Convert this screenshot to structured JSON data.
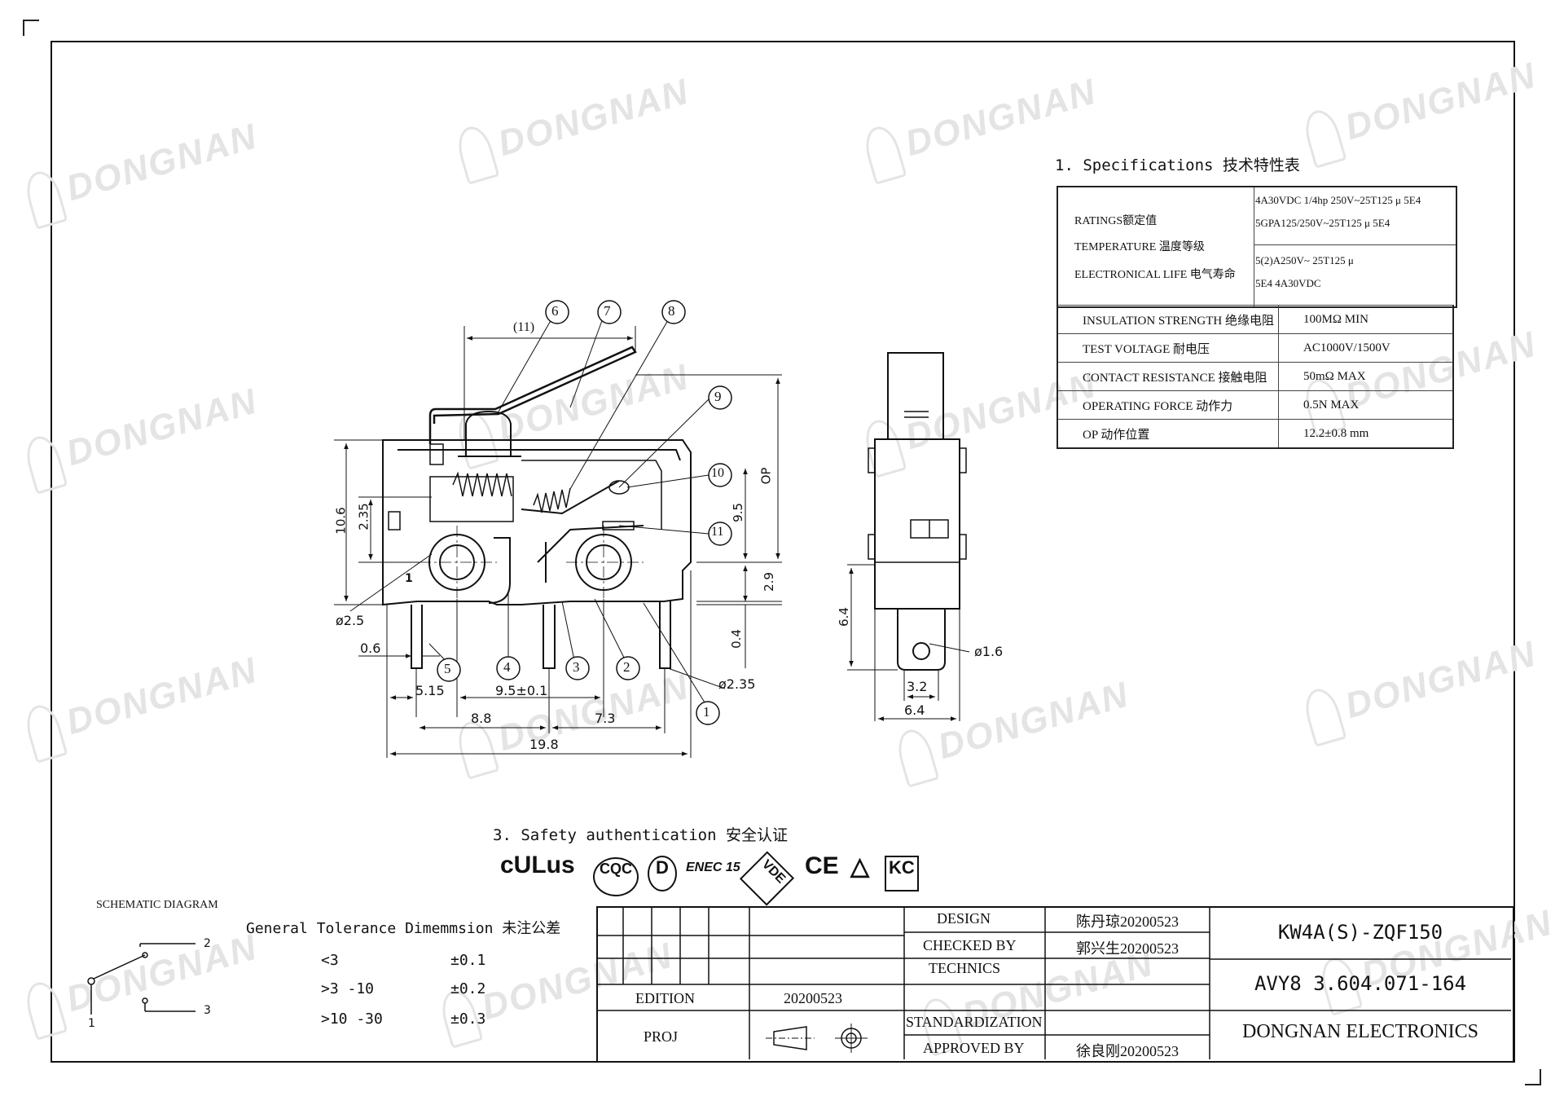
{
  "watermark": "DONGNAN",
  "spec_section": {
    "heading": "1. Specifications  技术特性表",
    "ratings_labels": [
      "RATINGS额定值",
      "TEMPERATURE 温度等级",
      "ELECTRONICAL LIFE 电气寿命"
    ],
    "ratings_values": [
      "4A30VDC 1/4hp 250V~25T125 μ 5E4",
      "5GPA125/250V~25T125  μ  5E4",
      "5(2)A250V~  25T125  μ",
      "5E4   4A30VDC"
    ],
    "rows": [
      {
        "label": "INSULATION STRENGTH 绝缘电阻",
        "value": "100MΩ MIN"
      },
      {
        "label": "TEST VOLTAGE 耐电压",
        "value": "AC1000V/1500V"
      },
      {
        "label": "CONTACT RESISTANCE 接触电阻",
        "value": "50mΩ MAX"
      },
      {
        "label": "OPERATING FORCE 动作力",
        "value": "0.5N MAX"
      },
      {
        "label": "OP 动作位置",
        "value": "12.2±0.8 mm"
      }
    ]
  },
  "safety": {
    "heading": "3. Safety authentication  安全认证",
    "marks": [
      "cULus",
      "CQC",
      "D",
      "ENEC 15",
      "VDE",
      "CE",
      "△",
      "KC"
    ]
  },
  "schematic": {
    "title": "SCHEMATIC DIAGRAM",
    "terminals": [
      "1",
      "2",
      "3"
    ]
  },
  "tolerance": {
    "heading": "General Tolerance Dimemmsion 未注公差",
    "rows": [
      {
        "range": "<3",
        "tol": "±0.1"
      },
      {
        "range": ">3 -10",
        "tol": "±0.2"
      },
      {
        "range": ">10 -30",
        "tol": "±0.3"
      }
    ]
  },
  "front_view": {
    "callouts": [
      "1",
      "2",
      "3",
      "4",
      "5",
      "6",
      "7",
      "8",
      "9",
      "10",
      "11"
    ],
    "dims": {
      "d11": "(11)",
      "d10_6": "10.6",
      "d2_35": "2.35",
      "d9_5": "9.5",
      "dOP": "OP",
      "d2_9": "2.9",
      "d0_4": "0.4",
      "dphi2_5": "ø2.5",
      "d0_6": "0.6",
      "d5_15": "5.15",
      "d9_5pm": "9.5±0.1",
      "dphi2_35": "ø2.35",
      "d8_8": "8.8",
      "d7_3": "7.3",
      "d19_8": "19.8",
      "pin1": "1"
    }
  },
  "side_view": {
    "dims": {
      "d6_4v": "6.4",
      "dphi1_6": "ø1.6",
      "d3_2": "3.2",
      "d6_4h": "6.4"
    }
  },
  "title_block": {
    "design_label": "DESIGN",
    "design_value": "陈丹琼20200523",
    "checked_label": "CHECKED BY",
    "checked_value": "郭兴生20200523",
    "technics_label": "TECHNICS",
    "technics_value": "",
    "edition_label": "EDITION",
    "edition_value": "20200523",
    "proj_label": "PROJ",
    "standard_label": "STANDARDIZATION",
    "standard_value": "",
    "approved_label": "APPROVED BY",
    "approved_value": "徐良刚20200523",
    "model": "KW4A(S)-ZQF150",
    "drawing_no": "AVY8 3.604.071-164",
    "company": "DONGNAN ELECTRONICS"
  }
}
